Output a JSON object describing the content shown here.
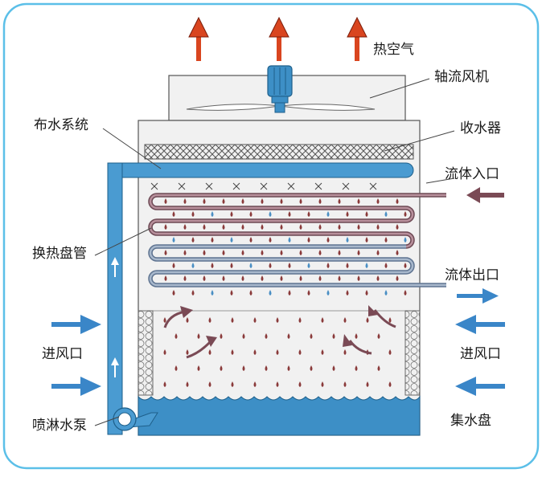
{
  "labels": {
    "hot_air": "热空气",
    "axial_fan": "轴流风机",
    "water_distribution": "布水系统",
    "water_collector": "收水器",
    "fluid_inlet": "流体入口",
    "heat_exchange_coil": "换热盘管",
    "fluid_outlet": "流体出口",
    "air_inlet_left": "进风口",
    "air_inlet_right": "进风口",
    "spray_pump": "喷淋水泵",
    "collecting_basin": "集水盘"
  },
  "colors": {
    "frame": "#5bbfe8",
    "water_blue": "#3d8fc6",
    "pipe_blue": "#4a9bd1",
    "hot_pipe": "#7a5560",
    "cold_pipe": "#7086a6",
    "hot_arrow": "#d9451f",
    "air_arrow": "#3a86c8",
    "drop_red": "#8a3a3a",
    "drop_blue": "#4a8fc4",
    "casing": "#f1f1f1",
    "outline": "#555555"
  },
  "icons": [
    "hot-air-arrow-icon",
    "fan-motor-icon",
    "water-drop-icon",
    "air-inflow-arrow-icon",
    "fluid-flow-arrow-icon",
    "spray-pump-icon"
  ]
}
